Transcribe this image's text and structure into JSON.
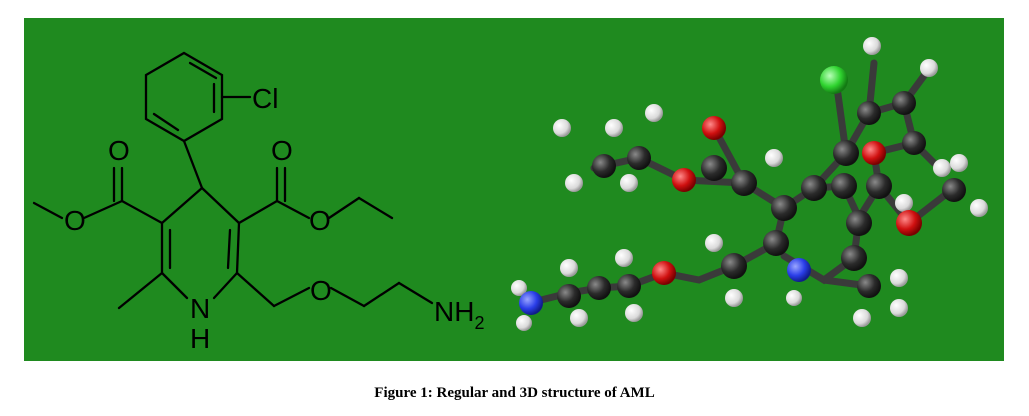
{
  "caption": "Figure 1: Regular and 3D structure of AML",
  "colors": {
    "background_panel": "#1f8a1f",
    "carbon": "#2b2b2b",
    "hydrogen": "#e6e6e6",
    "oxygen": "#d01010",
    "nitrogen": "#2a3ee8",
    "chlorine": "#2fd42f"
  },
  "structure_2d": {
    "labels": {
      "cl": "Cl",
      "o_keto_left": "O",
      "o_keto_right": "O",
      "o_ester_left": "O",
      "o_ester_right": "O",
      "o_ether": "O",
      "nh_n": "N",
      "nh_h": "H",
      "nh2_main": "NH",
      "nh2_sub": "2"
    }
  }
}
